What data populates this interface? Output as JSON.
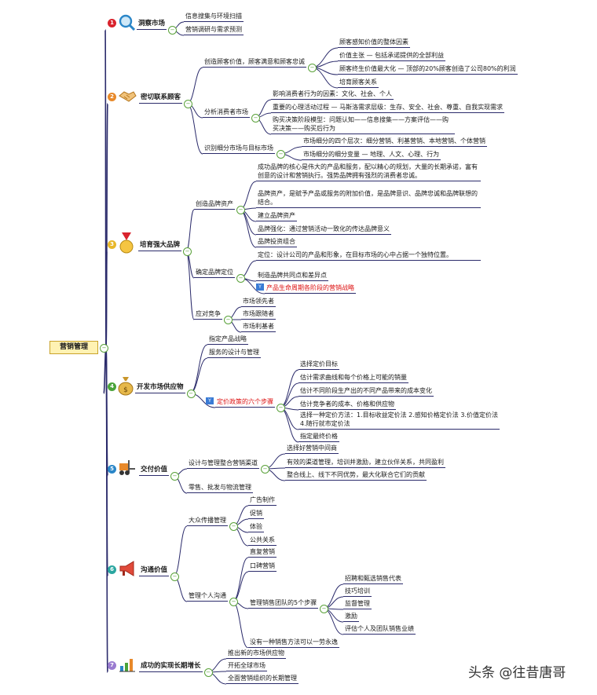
{
  "root": "营销管理",
  "branches": [
    {
      "id": "b1",
      "num": "1",
      "label": "洞察市场",
      "color": "#d9232d",
      "icon": "magnifier-icon",
      "children": [
        {
          "label": "信息搜集与环境扫描"
        },
        {
          "label": "营销调研与需求预测"
        }
      ]
    },
    {
      "id": "b2",
      "num": "2",
      "label": "密切联系顾客",
      "color": "#e8892a",
      "icon": "handshake-icon",
      "children": [
        {
          "label": "创造顾客价值，顾客满意和顾客忠诚",
          "children": [
            {
              "label": "顾客感知价值的整体因素"
            },
            {
              "label": "价值主张 — 包括承诺提供的全部利益"
            },
            {
              "label": "顾客终生价值最大化 — 顶部的20%顾客创造了公司80%的利润"
            },
            {
              "label": "培育顾客关系"
            }
          ]
        },
        {
          "label": "分析消费者市场",
          "children": [
            {
              "label": "影响消费者行为的因素：文化、社会、个人"
            },
            {
              "label": "重要的心理活动过程 — 马斯洛需求层级：生存、安全、社会、尊重、自我实现需求"
            },
            {
              "label": "购买决策阶段模型：问题认知——信息搜集——方案评估——购买决策——购买后行为"
            }
          ]
        },
        {
          "label": "识别细分市场与目标市场",
          "children": [
            {
              "label": "市场细分的四个层次：细分营销、利基营销、本地营销、个体营销"
            },
            {
              "label": "市场细分的细分变量 — 地理、人文、心理、行为"
            }
          ]
        }
      ]
    },
    {
      "id": "b3",
      "num": "3",
      "label": "培育强大品牌",
      "color": "#e8b82a",
      "icon": "medal-icon",
      "children": [
        {
          "label": "创造品牌资产",
          "children": [
            {
              "label": "成功品牌的核心是伟大的产品和服务，配以精心的规划，大量的长期承诺，富有创意的设计和营销执行。强势品牌拥有强烈的消费者忠诚。"
            },
            {
              "label": "品牌资产，是赋予产品或服务的附加价值，是品牌意识、品牌忠诚和品牌联想的结合。"
            },
            {
              "label": "建立品牌资产"
            },
            {
              "label": "品牌强化：通过营销活动一致化的传达品牌意义"
            },
            {
              "label": "品牌投资组合"
            }
          ]
        },
        {
          "label": "确定品牌定位",
          "children": [
            {
              "label": "定位：设计公司的产品和形象，在目标市场的心中占据一个独特位置。"
            },
            {
              "label": "制造品牌共同点和差异点"
            },
            {
              "label": "产品生命周期各阶段的营销战略"
            }
          ]
        },
        {
          "label": "应对竞争",
          "children": [
            {
              "label": "市场领先者"
            },
            {
              "label": "市场跟随者"
            },
            {
              "label": "市场利基者"
            }
          ]
        }
      ]
    },
    {
      "id": "b4",
      "num": "4",
      "label": "开发市场供应物",
      "color": "#4aa33a",
      "icon": "moneybag-icon",
      "children": [
        {
          "label": "指定产品战略"
        },
        {
          "label": "服务的设计与管理"
        },
        {
          "label": "定价政策的六个步骤",
          "children": [
            {
              "label": "选择定价目标"
            },
            {
              "label": "估计需求曲线和每个价格上可能的销量"
            },
            {
              "label": "估计不同阶段生产出的不同产品带来的成本变化"
            },
            {
              "label": "估计竞争者的成本、价格和供应物"
            },
            {
              "label": "选择一种定价方法：1.目标收益定价法 2.感知价格定价法 3.价值定价法 4.随行就市定价法"
            },
            {
              "label": "指定最终价格"
            }
          ]
        }
      ]
    },
    {
      "id": "b5",
      "num": "5",
      "label": "交付价值",
      "color": "#2a86c8",
      "icon": "forklift-icon",
      "children": [
        {
          "label": "设计与管理整合营销渠道",
          "children": [
            {
              "label": "选择好营销中间商"
            },
            {
              "label": "有效的渠道管理，培训并激励，建立伙伴关系，共同盈利"
            },
            {
              "label": "整合线上、线下不同优势，最大化联合它们的贡献"
            }
          ]
        },
        {
          "label": "零售、批发与物流管理"
        }
      ]
    },
    {
      "id": "b6",
      "num": "6",
      "label": "沟通价值",
      "color": "#2aa6a0",
      "icon": "megaphone-icon",
      "children": [
        {
          "label": "大众传播管理",
          "children": [
            {
              "label": "广告制作"
            },
            {
              "label": "促销"
            },
            {
              "label": "体验"
            },
            {
              "label": "公共关系"
            }
          ]
        },
        {
          "label": "管理个人沟通",
          "children": [
            {
              "label": "直复营销"
            },
            {
              "label": "口碑营销"
            },
            {
              "label": "管理销售团队的5个步骤",
              "children": [
                {
                  "label": "招聘和甄选销售代表"
                },
                {
                  "label": "技巧培训"
                },
                {
                  "label": "监督管理"
                },
                {
                  "label": "激励"
                },
                {
                  "label": "评估个人及团队销售业绩"
                }
              ]
            },
            {
              "label": "没有一种销售方法可以一劳永逸"
            }
          ]
        }
      ]
    },
    {
      "id": "b7",
      "num": "7",
      "label": "成功的实现长期增长",
      "color": "#9a7bd0",
      "icon": "growth-chart-icon",
      "children": [
        {
          "label": "推出新的市场供应物"
        },
        {
          "label": "开拓全球市场"
        },
        {
          "label": "全面营销组织的长期管理"
        }
      ]
    }
  ],
  "watermark": "头条 @往昔唐哥"
}
